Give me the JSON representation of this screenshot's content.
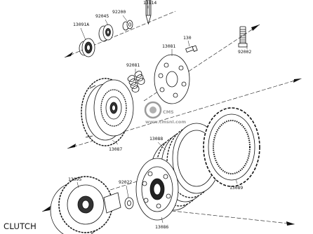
{
  "title": "CLUTCH",
  "part_labels": {
    "p13114": "13114",
    "p92200": "92200",
    "p92045": "92045",
    "p13091a": "13091A",
    "p130": "130",
    "p13081": "13081",
    "p92002": "92002",
    "p92081": "92081",
    "p13087": "13087",
    "p13088": "13088",
    "p13089": "13089",
    "p92022": "92022",
    "p13095": "13095",
    "p13086": "13086"
  },
  "watermark": {
    "logo_text": "CMS",
    "url_text": "www.cmsnl.com"
  },
  "colors": {
    "line": "#111111",
    "watermark": "#9a9a9a"
  }
}
